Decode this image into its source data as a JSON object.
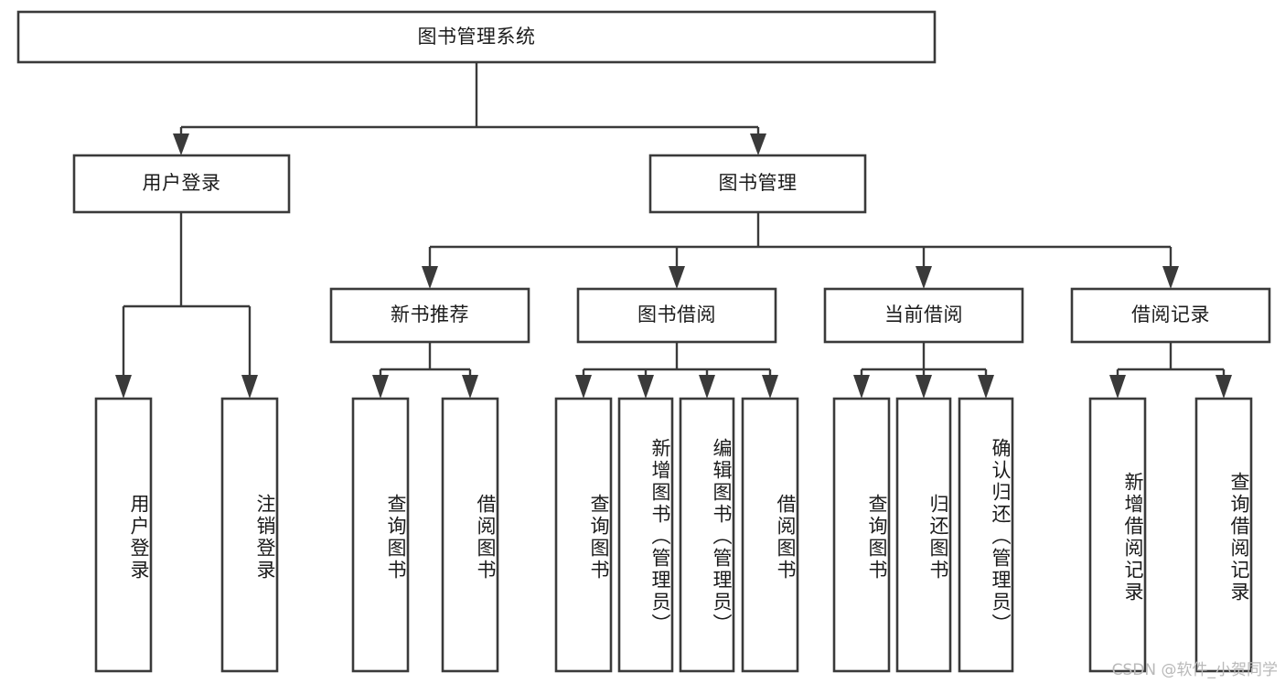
{
  "diagram": {
    "title": "图书管理系统",
    "type": "tree",
    "stroke_color": "#3a3a3a",
    "fill_color": "#ffffff",
    "text_color": "#1b1b1b",
    "watermark": "CSDN @软件_小贺同学",
    "nodes": {
      "root": {
        "label": "图书管理系统"
      },
      "level2": [
        {
          "label": "用户登录"
        },
        {
          "label": "图书管理"
        }
      ],
      "level3": [
        {
          "label": "新书推荐"
        },
        {
          "label": "图书借阅"
        },
        {
          "label": "当前借阅"
        },
        {
          "label": "借阅记录"
        }
      ],
      "leaves_user_login": [
        {
          "label": "用户登录"
        },
        {
          "label": "注销登录"
        }
      ],
      "leaves_new_books": [
        {
          "label": "查询图书"
        },
        {
          "label": "借阅图书"
        }
      ],
      "leaves_borrow": [
        {
          "label": "查询图书"
        },
        {
          "label": "新增图书（管理员）"
        },
        {
          "label": "编辑图书（管理员）"
        },
        {
          "label": "借阅图书"
        }
      ],
      "leaves_current": [
        {
          "label": "查询图书"
        },
        {
          "label": "归还图书"
        },
        {
          "label": "确认归还（管理员）"
        }
      ],
      "leaves_records": [
        {
          "label": "新增借阅记录"
        },
        {
          "label": "查询借阅记录"
        }
      ]
    }
  }
}
